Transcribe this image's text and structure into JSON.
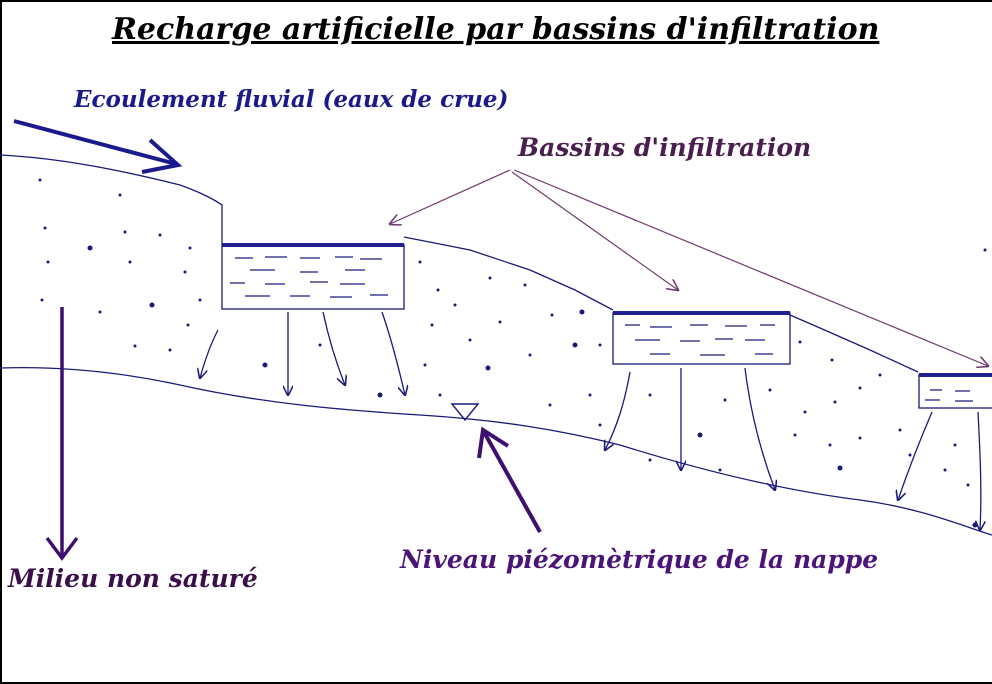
{
  "title": "Recharge artificielle par bassins d'infiltration",
  "labels": {
    "river_flow": "Ecoulement fluvial (eaux de crue)",
    "basins": "Bassins d'infiltration",
    "water_table": "Niveau piézomètrique de la nappe",
    "unsaturated_zone": "Milieu non saturé"
  },
  "colors": {
    "title": "#000000",
    "river_flow_label": "#1a1a8c",
    "basins_label": "#4a1f4f",
    "water_table_label": "#4b1478",
    "unsaturated_zone_label": "#3a0f4a",
    "water_surface": "#1f1f8f",
    "sketch_lines": "#1a1a7a",
    "pointer_arrows": "#6e3a6e",
    "bold_arrows": "#3d0f6e"
  },
  "icons": [
    "water-table-triangle-icon",
    "infiltration-arrow-icon"
  ]
}
